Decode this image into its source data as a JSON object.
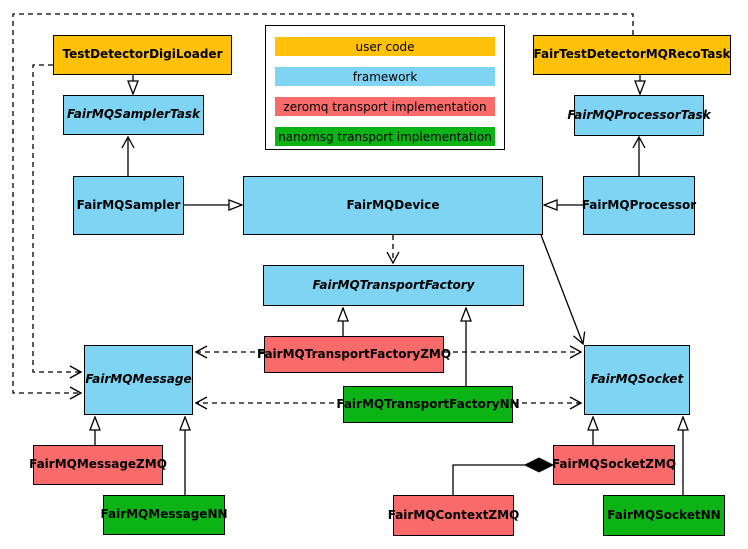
{
  "palette": {
    "user_code": "#FFC107",
    "framework": "#7ED4F2",
    "zeromq": "#F96B6B",
    "nanomsg": "#0CB314"
  },
  "legend": {
    "items": [
      {
        "label": "user code",
        "color_key": "user_code"
      },
      {
        "label": "framework",
        "color_key": "framework"
      },
      {
        "label": "zeromq transport implementation",
        "color_key": "zeromq"
      },
      {
        "label": "nanomsg transport implementation",
        "color_key": "nanomsg"
      }
    ]
  },
  "nodes": {
    "test_detector_digi_loader": {
      "label": "TestDetectorDigiLoader",
      "category": "user code",
      "abstract": false
    },
    "fair_test_detector_mq_reco_task": {
      "label": "FairTestDetectorMQRecoTask",
      "category": "user code",
      "abstract": false
    },
    "fairmq_sampler_task": {
      "label": "FairMQSamplerTask",
      "category": "framework",
      "abstract": true
    },
    "fairmq_processor_task": {
      "label": "FairMQProcessorTask",
      "category": "framework",
      "abstract": true
    },
    "fairmq_sampler": {
      "label": "FairMQSampler",
      "category": "framework",
      "abstract": false
    },
    "fairmq_device": {
      "label": "FairMQDevice",
      "category": "framework",
      "abstract": false
    },
    "fairmq_processor": {
      "label": "FairMQProcessor",
      "category": "framework",
      "abstract": false
    },
    "fairmq_transport_factory": {
      "label": "FairMQTransportFactory",
      "category": "framework",
      "abstract": true
    },
    "fairmq_transport_factory_zmq": {
      "label": "FairMQTransportFactoryZMQ",
      "category": "zeromq",
      "abstract": false
    },
    "fairmq_transport_factory_nn": {
      "label": "FairMQTransportFactoryNN",
      "category": "nanomsg",
      "abstract": false
    },
    "fairmq_message": {
      "label": "FairMQMessage",
      "category": "framework",
      "abstract": true
    },
    "fairmq_socket": {
      "label": "FairMQSocket",
      "category": "framework",
      "abstract": true
    },
    "fairmq_message_zmq": {
      "label": "FairMQMessageZMQ",
      "category": "zeromq",
      "abstract": false
    },
    "fairmq_message_nn": {
      "label": "FairMQMessageNN",
      "category": "nanomsg",
      "abstract": false
    },
    "fairmq_context_zmq": {
      "label": "FairMQContextZMQ",
      "category": "zeromq",
      "abstract": false
    },
    "fairmq_socket_zmq": {
      "label": "FairMQSocketZMQ",
      "category": "zeromq",
      "abstract": false
    },
    "fairmq_socket_nn": {
      "label": "FairMQSocketNN",
      "category": "nanomsg",
      "abstract": false
    }
  },
  "edges": [
    {
      "from": "TestDetectorDigiLoader",
      "to": "FairMQSamplerTask",
      "kind": "inheritance"
    },
    {
      "from": "FairTestDetectorMQRecoTask",
      "to": "FairMQProcessorTask",
      "kind": "inheritance"
    },
    {
      "from": "FairMQSampler",
      "to": "FairMQDevice",
      "kind": "inheritance"
    },
    {
      "from": "FairMQProcessor",
      "to": "FairMQDevice",
      "kind": "inheritance"
    },
    {
      "from": "FairMQSampler",
      "to": "FairMQSamplerTask",
      "kind": "association"
    },
    {
      "from": "FairMQProcessor",
      "to": "FairMQProcessorTask",
      "kind": "association"
    },
    {
      "from": "FairMQDevice",
      "to": "FairMQTransportFactory",
      "kind": "dependency"
    },
    {
      "from": "FairMQDevice",
      "to": "FairMQSocket",
      "kind": "association"
    },
    {
      "from": "FairMQTransportFactoryZMQ",
      "to": "FairMQTransportFactory",
      "kind": "inheritance"
    },
    {
      "from": "FairMQTransportFactoryNN",
      "to": "FairMQTransportFactory",
      "kind": "inheritance"
    },
    {
      "from": "FairMQTransportFactoryZMQ",
      "to": "FairMQMessage",
      "kind": "dependency"
    },
    {
      "from": "FairMQTransportFactoryZMQ",
      "to": "FairMQSocket",
      "kind": "dependency"
    },
    {
      "from": "FairMQTransportFactoryNN",
      "to": "FairMQMessage",
      "kind": "dependency"
    },
    {
      "from": "FairMQTransportFactoryNN",
      "to": "FairMQSocket",
      "kind": "dependency"
    },
    {
      "from": "TestDetectorDigiLoader",
      "to": "FairMQMessage",
      "kind": "dependency"
    },
    {
      "from": "FairTestDetectorMQRecoTask",
      "to": "FairMQMessage",
      "kind": "dependency"
    },
    {
      "from": "FairMQMessageZMQ",
      "to": "FairMQMessage",
      "kind": "inheritance"
    },
    {
      "from": "FairMQMessageNN",
      "to": "FairMQMessage",
      "kind": "inheritance"
    },
    {
      "from": "FairMQSocketZMQ",
      "to": "FairMQSocket",
      "kind": "inheritance"
    },
    {
      "from": "FairMQSocketNN",
      "to": "FairMQSocket",
      "kind": "inheritance"
    },
    {
      "from": "FairMQContextZMQ",
      "to": "FairMQSocketZMQ",
      "kind": "composition"
    }
  ]
}
